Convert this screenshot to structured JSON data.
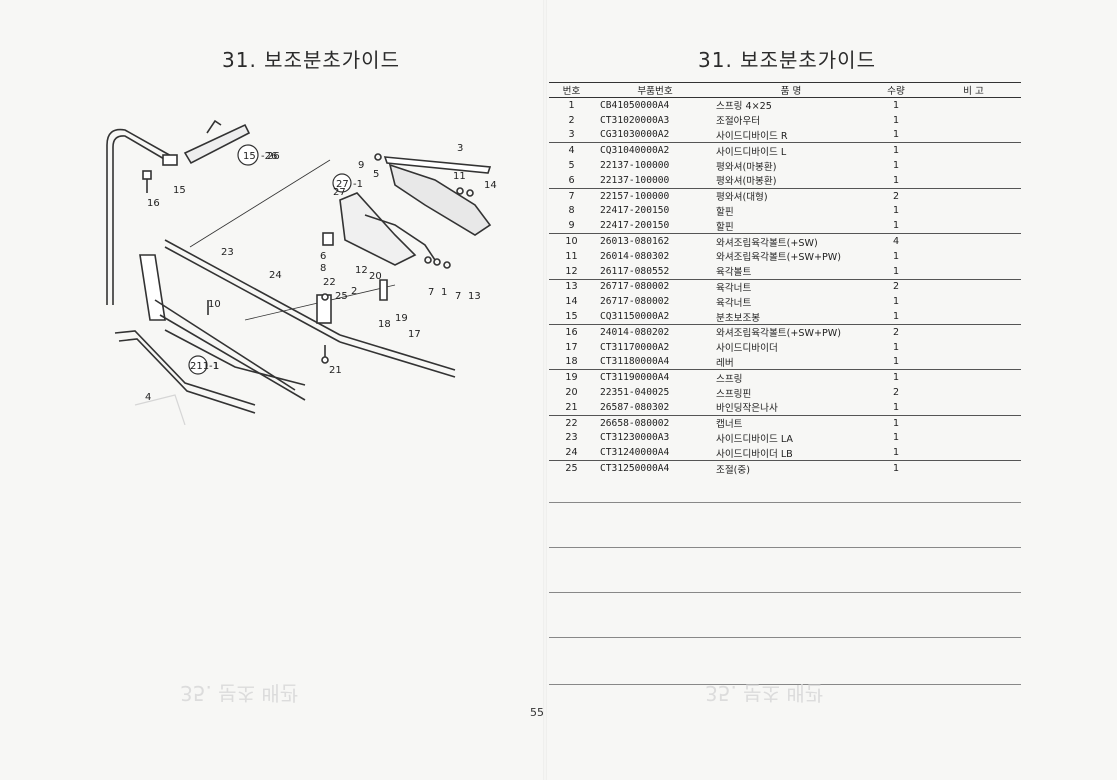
{
  "left": {
    "title": "31. 보조분초가이드",
    "callouts": [
      "16",
      "15",
      "26",
      "9",
      "5",
      "3",
      "11",
      "14",
      "27",
      "1",
      "23",
      "24",
      "6",
      "8",
      "12",
      "20",
      "22",
      "2",
      "25",
      "7",
      "1",
      "7",
      "13",
      "10",
      "19",
      "18",
      "17",
      "21",
      "4"
    ],
    "circled": {
      "c15": "15",
      "c27": "27",
      "c211": "211"
    },
    "suffix": {
      "c15": "-26",
      "c27": "-1",
      "c211": "-1"
    }
  },
  "right": {
    "title": "31. 보조분초가이드",
    "columns": [
      "번호",
      "부품번호",
      "품 명",
      "수량",
      "비 고"
    ],
    "rows": [
      {
        "no": "1",
        "part": "CB41050000A4",
        "name": "스프링 4×25",
        "qty": "1"
      },
      {
        "no": "2",
        "part": "CT31020000A3",
        "name": "조절아우터",
        "qty": "1"
      },
      {
        "no": "3",
        "part": "CG31030000A2",
        "name": "사이드디바이드 R",
        "qty": "1"
      },
      {
        "no": "4",
        "part": "CQ31040000A2",
        "name": "사이드디바이드 L",
        "qty": "1"
      },
      {
        "no": "5",
        "part": "22137-100000",
        "name": "평와셔(마봉환)",
        "qty": "1"
      },
      {
        "no": "6",
        "part": "22137-100000",
        "name": "평와셔(마봉환)",
        "qty": "1"
      },
      {
        "no": "7",
        "part": "22157-100000",
        "name": "평와셔(대형)",
        "qty": "2"
      },
      {
        "no": "8",
        "part": "22417-200150",
        "name": "할핀",
        "qty": "1"
      },
      {
        "no": "9",
        "part": "22417-200150",
        "name": "할핀",
        "qty": "1"
      },
      {
        "no": "10",
        "part": "26013-080162",
        "name": "와셔조립육각볼트(+SW)",
        "qty": "4"
      },
      {
        "no": "11",
        "part": "26014-080302",
        "name": "와셔조립육각볼트(+SW+PW)",
        "qty": "1"
      },
      {
        "no": "12",
        "part": "26117-080552",
        "name": "육각볼트",
        "qty": "1"
      },
      {
        "no": "13",
        "part": "26717-080002",
        "name": "육각너트",
        "qty": "2"
      },
      {
        "no": "14",
        "part": "26717-080002",
        "name": "육각너트",
        "qty": "1"
      },
      {
        "no": "15",
        "part": "CQ31150000A2",
        "name": "분초보조봉",
        "qty": "1"
      },
      {
        "no": "16",
        "part": "24014-080202",
        "name": "와셔조립육각볼트(+SW+PW)",
        "qty": "2"
      },
      {
        "no": "17",
        "part": "CT31170000A2",
        "name": "사이드디바이더",
        "qty": "1"
      },
      {
        "no": "18",
        "part": "CT31180000A4",
        "name": "레버",
        "qty": "1"
      },
      {
        "no": "19",
        "part": "CT31190000A4",
        "name": "스프링",
        "qty": "1"
      },
      {
        "no": "20",
        "part": "22351-040025",
        "name": "스프링핀",
        "qty": "2"
      },
      {
        "no": "21",
        "part": "26587-080302",
        "name": "바인딩작은나사",
        "qty": "1"
      },
      {
        "no": "22",
        "part": "26658-080002",
        "name": "캡너트",
        "qty": "1"
      },
      {
        "no": "23",
        "part": "CT31230000A3",
        "name": "사이드디바이드 LA",
        "qty": "1"
      },
      {
        "no": "24",
        "part": "CT31240000A4",
        "name": "사이드디바이더 LB",
        "qty": "1"
      },
      {
        "no": "25",
        "part": "CT31250000A4",
        "name": "조절(중)",
        "qty": "1"
      }
    ]
  },
  "page_number": "55"
}
